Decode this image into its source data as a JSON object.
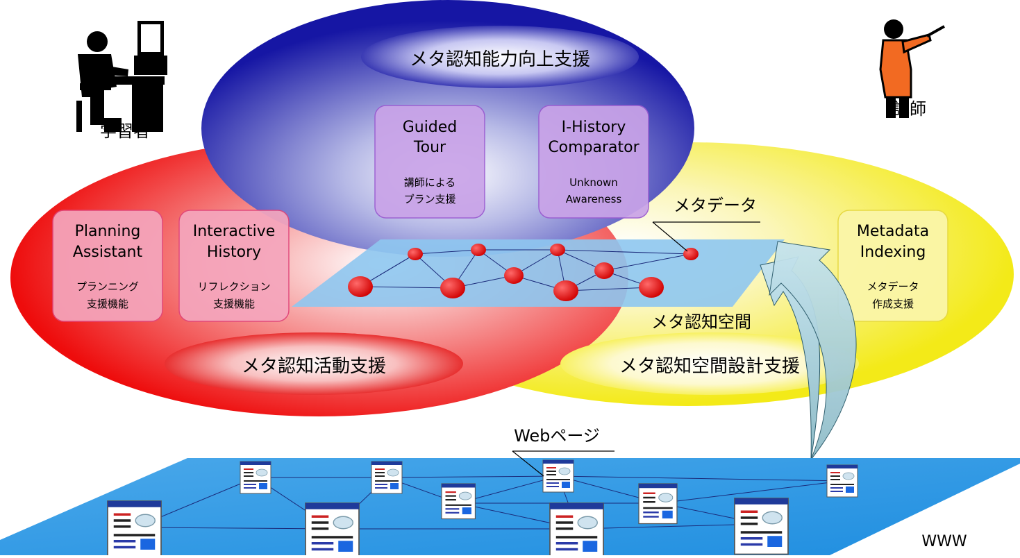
{
  "actors": {
    "learner_label": "学習者",
    "instructor_label": "講師"
  },
  "circles": {
    "blue_title": "メタ認知能力向上支援",
    "red_title": "メタ認知活動支援",
    "yellow_title": "メタ認知空間設計支援"
  },
  "boxes": {
    "guided_tour": {
      "title_line1": "Guided",
      "title_line2": "Tour",
      "sub_line1": "講師による",
      "sub_line2": "プラン支援"
    },
    "i_history": {
      "title_line1": "I-History",
      "title_line2": "Comparator",
      "sub_line1": "Unknown",
      "sub_line2": "Awareness"
    },
    "planning": {
      "title_line1": "Planning",
      "title_line2": "Assistant",
      "sub_line1": "プランニング",
      "sub_line2": "支援機能"
    },
    "interactive": {
      "title_line1": "Interactive",
      "title_line2": "History",
      "sub_line1": "リフレクション",
      "sub_line2": "支援機能"
    },
    "metadata_indexing": {
      "title_line1": "Metadata",
      "title_line2": "Indexing",
      "sub_line1": "メタデータ",
      "sub_line2": "作成支援"
    }
  },
  "labels": {
    "metadata": "メタデータ",
    "meta_space": "メタ認知空間",
    "web_page": "Webページ",
    "www": "WWW"
  },
  "colors": {
    "blue": "#1a1aa6",
    "red": "#ee1111",
    "yellow": "#f5ee22",
    "node_red": "#ee0000",
    "plane_blue": "#8ec6f0",
    "web_blue": "#2a9be6",
    "purple_box": "#c9a3e8",
    "pink_box": "#f4a0b8"
  }
}
